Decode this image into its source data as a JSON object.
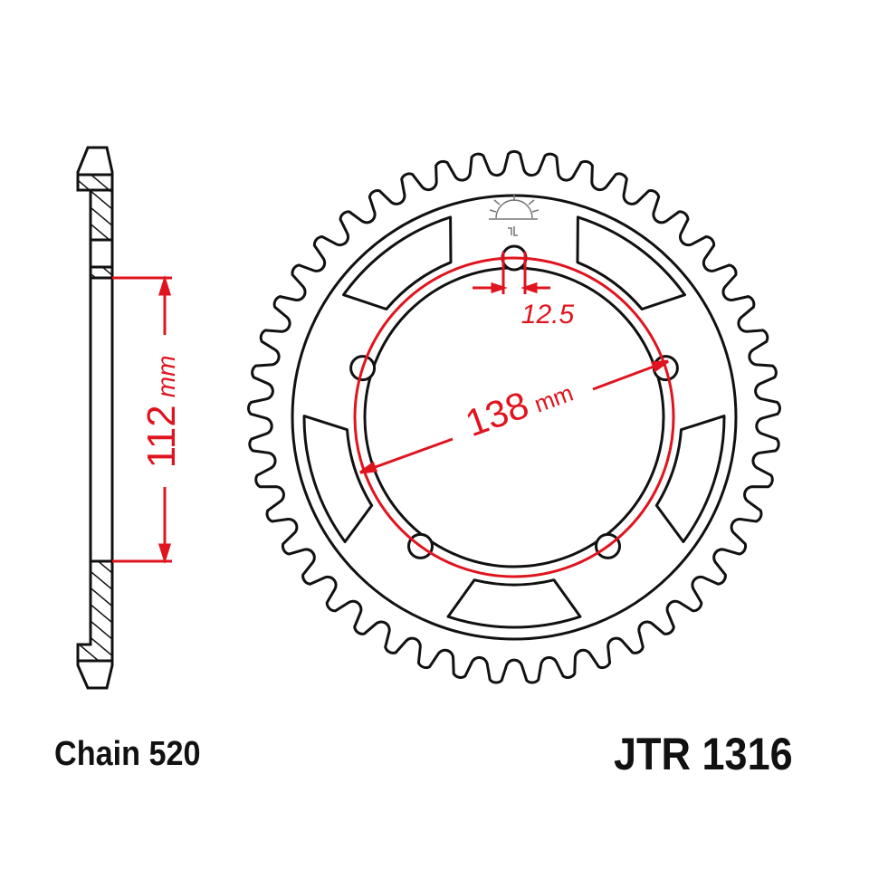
{
  "labels": {
    "chain": "Chain 520",
    "part_number": "JTR 1316",
    "bolt_circle": "138",
    "bolt_circle_unit": "mm",
    "center_bore": "112",
    "center_bore_unit": "mm",
    "bolt_hole": "12.5"
  },
  "sprocket": {
    "teeth": 45,
    "bolt_holes": 5
  },
  "colors": {
    "outline": "#111111",
    "dimension": "#e0141e"
  }
}
